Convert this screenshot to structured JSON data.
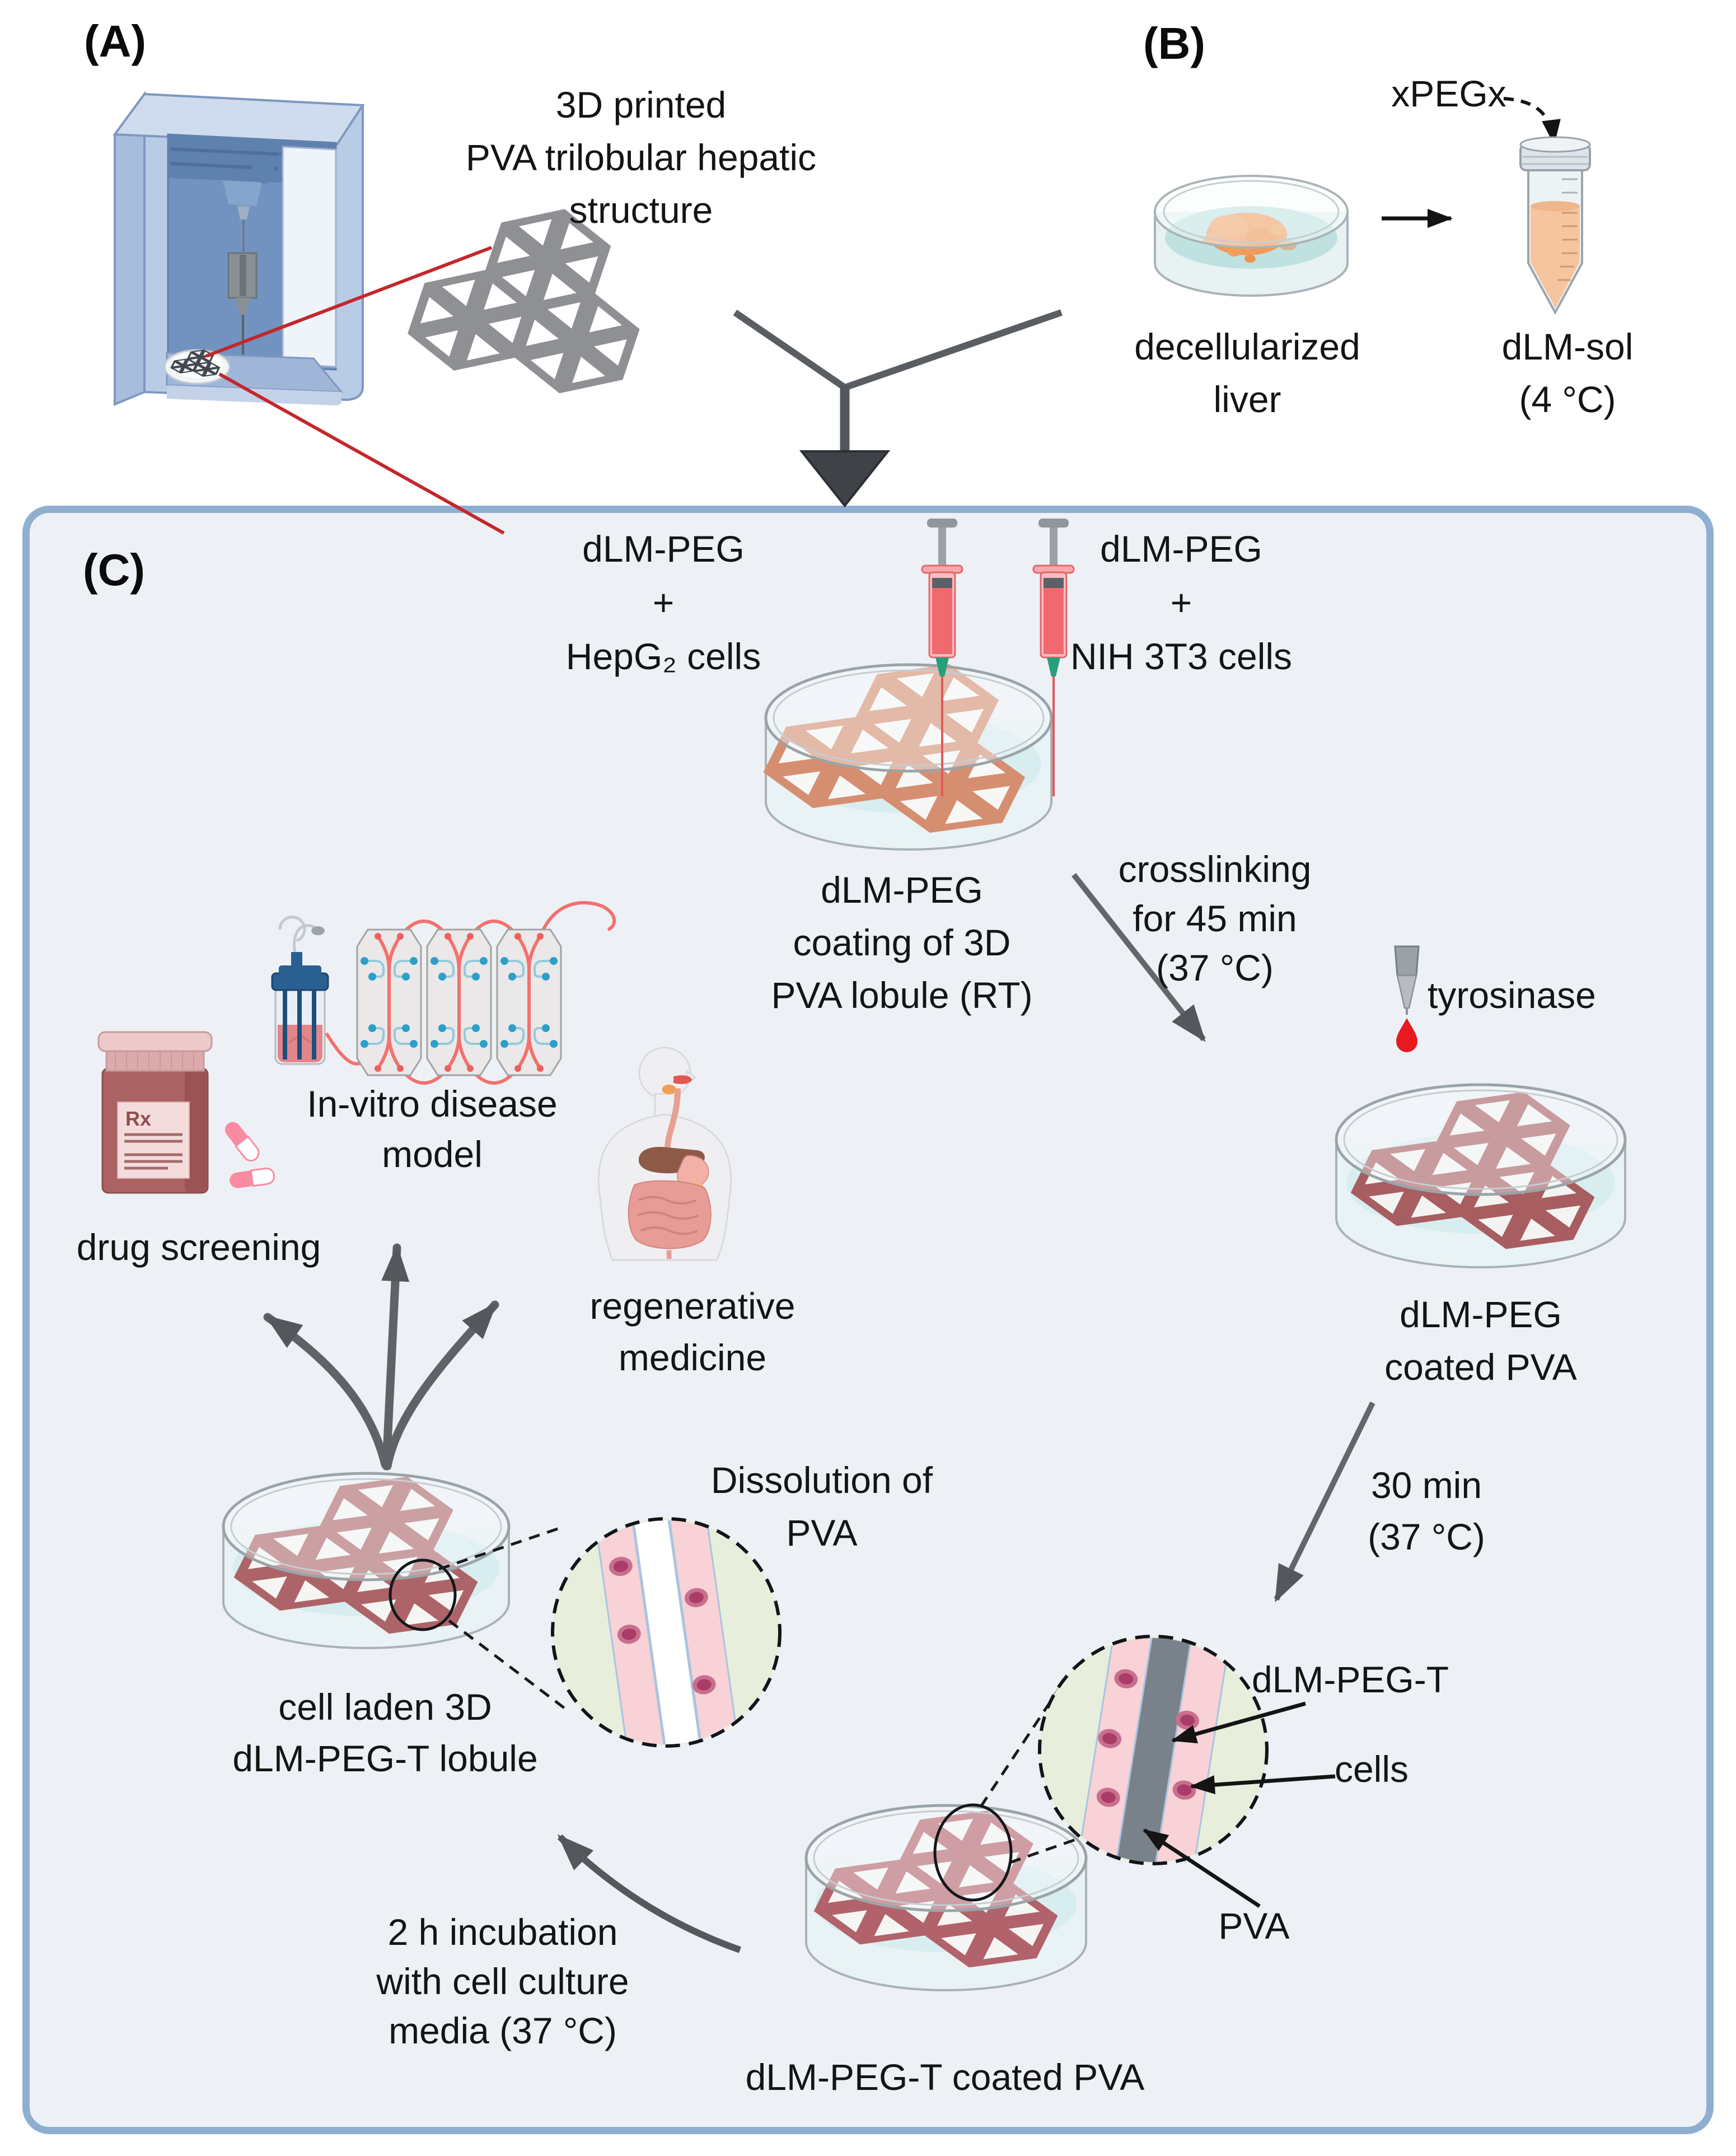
{
  "panel_a": {
    "label": "(A)",
    "caption": "3D printed\nPVA trilobular hepatic\nstructure"
  },
  "panel_b": {
    "label": "(B)",
    "xpegx": "xPEGx",
    "dish_caption": "decellularized\nliver",
    "tube_caption": "dLM-sol\n(4 °C)"
  },
  "panel_c": {
    "label": "(C)",
    "syringe_left": "dLM-PEG\n+\nHepG₂ cells",
    "syringe_right": "dLM-PEG\n+\nNIH 3T3 cells",
    "coating_caption": "dLM-PEG\ncoating of 3D\nPVA lobule (RT)",
    "crosslinking": "crosslinking\nfor 45 min\n(37 °C)",
    "tyrosinase": "tyrosinase",
    "coated_caption": "dLM-PEG coated PVA",
    "thirty_min": "30 min\n(37 °C)",
    "inset": {
      "dlm_peg_t": "dLM-PEG-T",
      "cells": "cells",
      "pva": "PVA"
    },
    "coated_t_caption": "dLM-PEG-T coated PVA",
    "incubation": "2 h incubation\nwith cell culture\nmedia (37 °C)",
    "cell_laden_caption": "cell laden 3D\ndLM-PEG-T lobule",
    "dissolution": "Dissolution of\nPVA",
    "applications": {
      "drug_screening": "drug screening",
      "disease_model": "In-vitro disease\nmodel",
      "regenerative": "regenerative\nmedicine"
    },
    "rx_label": "Rx"
  },
  "colors": {
    "panel_fill": "#edf1f6",
    "panel_border": "#8fafd0",
    "arrow_gray": "#54585c",
    "callout_red": "#c4272b",
    "lobule_gray": "#8e9094",
    "lobule_orange": "#d68e71",
    "lobule_darkred": "#a85d61",
    "lobule_rose": "#ad6468",
    "lobule_red": "#b2626a",
    "water_blue": "#d8edf0",
    "water_teal": "#bfe2e0",
    "liver_orange": "#f09a5c",
    "tube_liquid": "#f6c49e",
    "syringe_red": "#f0696e",
    "drop_red": "#e71a1f",
    "inset_green": "#e7eedc",
    "band_pink": "#f8d2d6",
    "band_gray": "#79818a",
    "cell_pink": "#a93c68",
    "bottle_red": "#ab6263",
    "capsule_pink": "#fa8ba0",
    "chip_red": "#f2716e",
    "chip_blue": "#2d9fc9",
    "bioreactor_blue": "#2a5f92"
  }
}
